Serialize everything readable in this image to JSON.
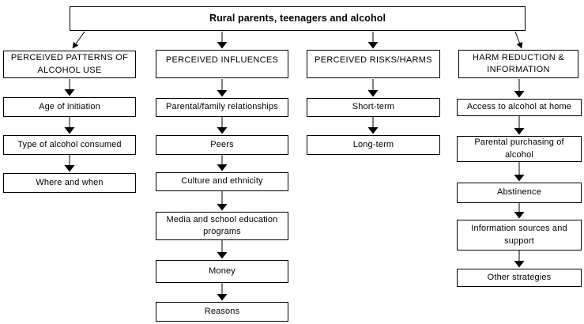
{
  "diagram": {
    "title": "Rural parents, teenagers and alcohol",
    "colors": {
      "border": "#000000",
      "background": "#ffffff",
      "text": "#000000"
    },
    "columns": [
      {
        "header": "PERCEIVED PATTERNS OF ALCOHOL USE",
        "items": [
          "Age of initiation",
          "Type of alcohol consumed",
          "Where and when"
        ]
      },
      {
        "header": "PERCEIVED INFLUENCES",
        "items": [
          "Parental/family relationships",
          "Peers",
          "Culture and ethnicity",
          "Media and school education programs",
          "Money",
          "Reasons"
        ]
      },
      {
        "header": "PERCEIVED RISKS/HARMS",
        "items": [
          "Short-term",
          "Long-term"
        ]
      },
      {
        "header": "HARM REDUCTION & INFORMATION",
        "items": [
          "Access to alcohol at home",
          "Parental purchasing of alcohol",
          "Abstinence",
          "Information sources and support",
          "Other strategies"
        ]
      }
    ]
  }
}
